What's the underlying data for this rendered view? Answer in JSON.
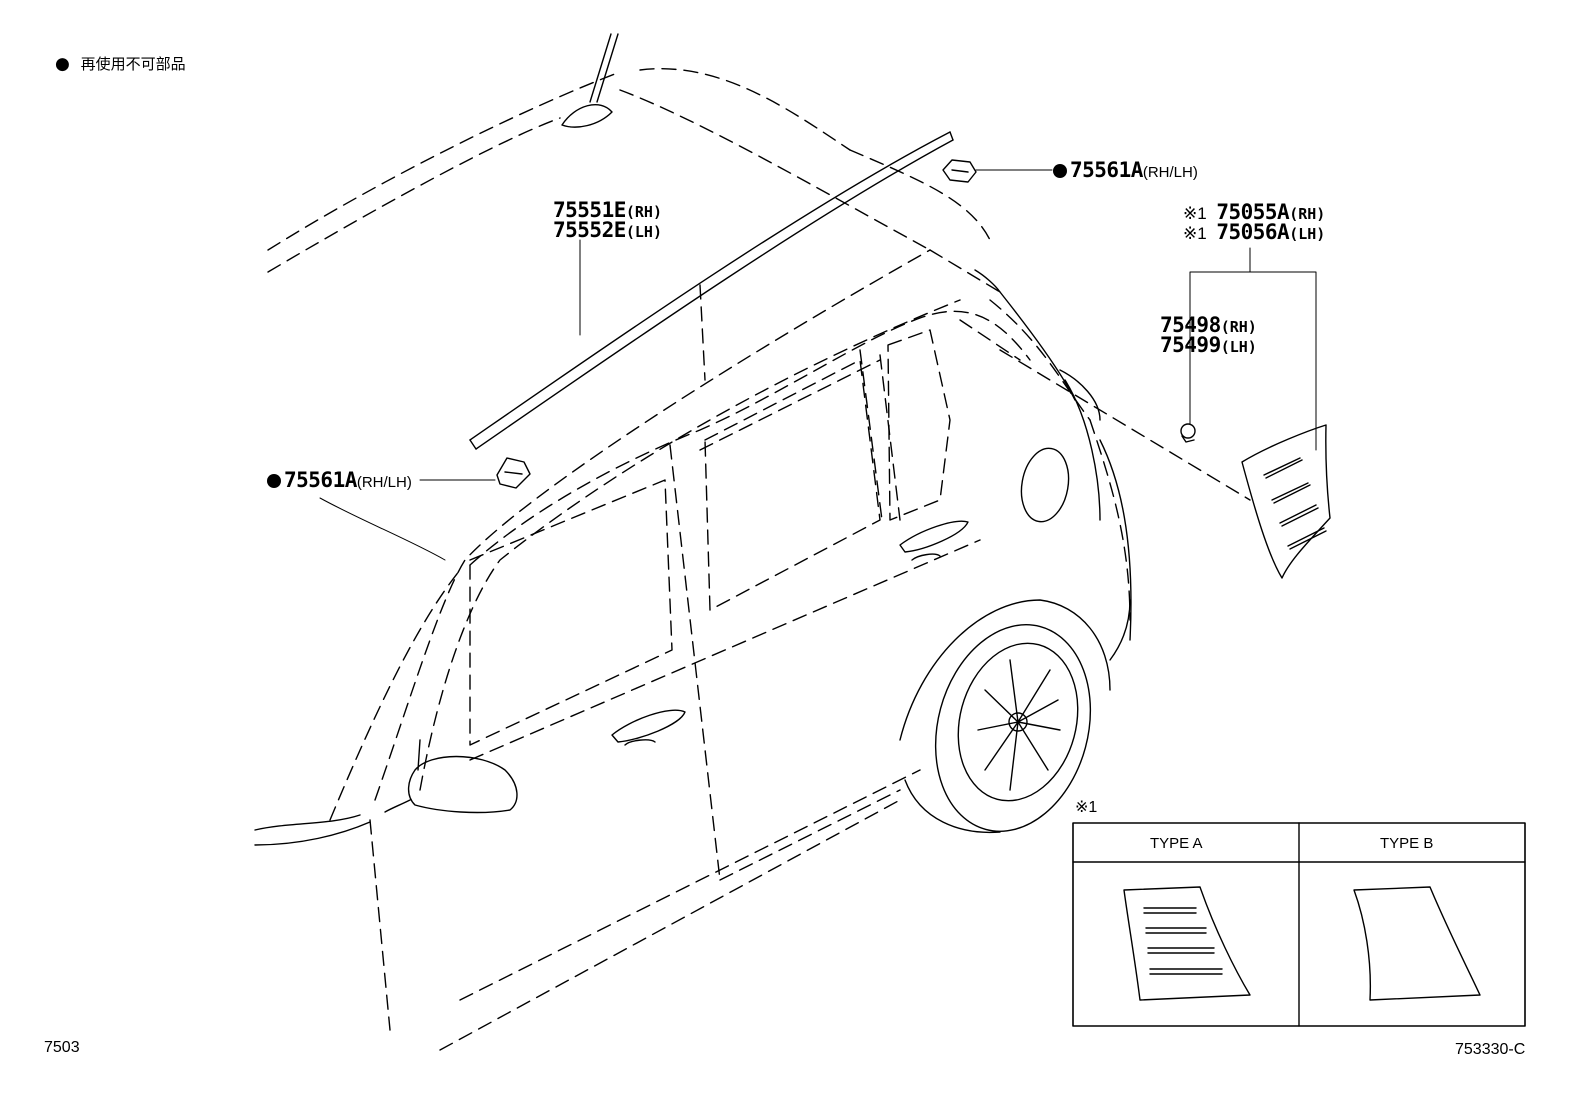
{
  "legend": {
    "symbol": "●",
    "text": "再使用不可部品"
  },
  "parts": {
    "clip_right": {
      "number": "75561A",
      "suffix": "(RH/LH)"
    },
    "clip_left": {
      "number": "75561A",
      "suffix": "(RH/LH)"
    },
    "roof_molding_rh": {
      "number": "75551E",
      "suffix": "(RH)"
    },
    "roof_molding_lh": {
      "number": "75552E",
      "suffix": "(LH)"
    },
    "garnish_rh": {
      "mark": "※1",
      "number": "75055A",
      "suffix": "(RH)"
    },
    "garnish_lh": {
      "mark": "※1",
      "number": "75056A",
      "suffix": "(LH)"
    },
    "clip_rh": {
      "number": "75498",
      "suffix": "(RH)"
    },
    "clip_lh": {
      "number": "75499",
      "suffix": "(LH)"
    }
  },
  "inset": {
    "mark": "※1",
    "type_a": "TYPE A",
    "type_b": "TYPE B"
  },
  "footer": {
    "section_code": "7503",
    "figure_code": "753330-C"
  }
}
